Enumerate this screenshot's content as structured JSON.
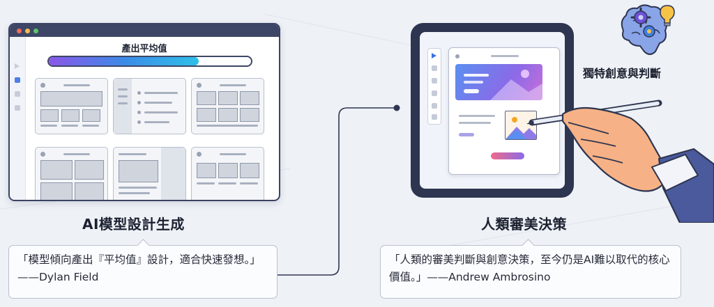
{
  "left_panel": {
    "progress_title": "產出平均值",
    "progress_fraction": 0.74,
    "heading": "AI模型設計生成",
    "quote": "「模型傾向產出『平均值』設計，適合快速發想。」——Dylan Field"
  },
  "right_panel": {
    "heading": "人類審美決策",
    "quote": "「人類的審美判斷與創意決策，至今仍是AI難以取代的核心價值。」——Andrew Ambrosino",
    "brain_label": "獨特創意與判斷"
  },
  "colors": {
    "accent_gradient": [
      "#8b56e8",
      "#3c8be8",
      "#2ec0e8"
    ],
    "frame_dark": "#3d4666",
    "connector": "#2f3650"
  },
  "icons": [
    "brain-icon",
    "gear-icon",
    "lightbulb-icon",
    "hand-with-stylus-icon",
    "image-icon"
  ]
}
